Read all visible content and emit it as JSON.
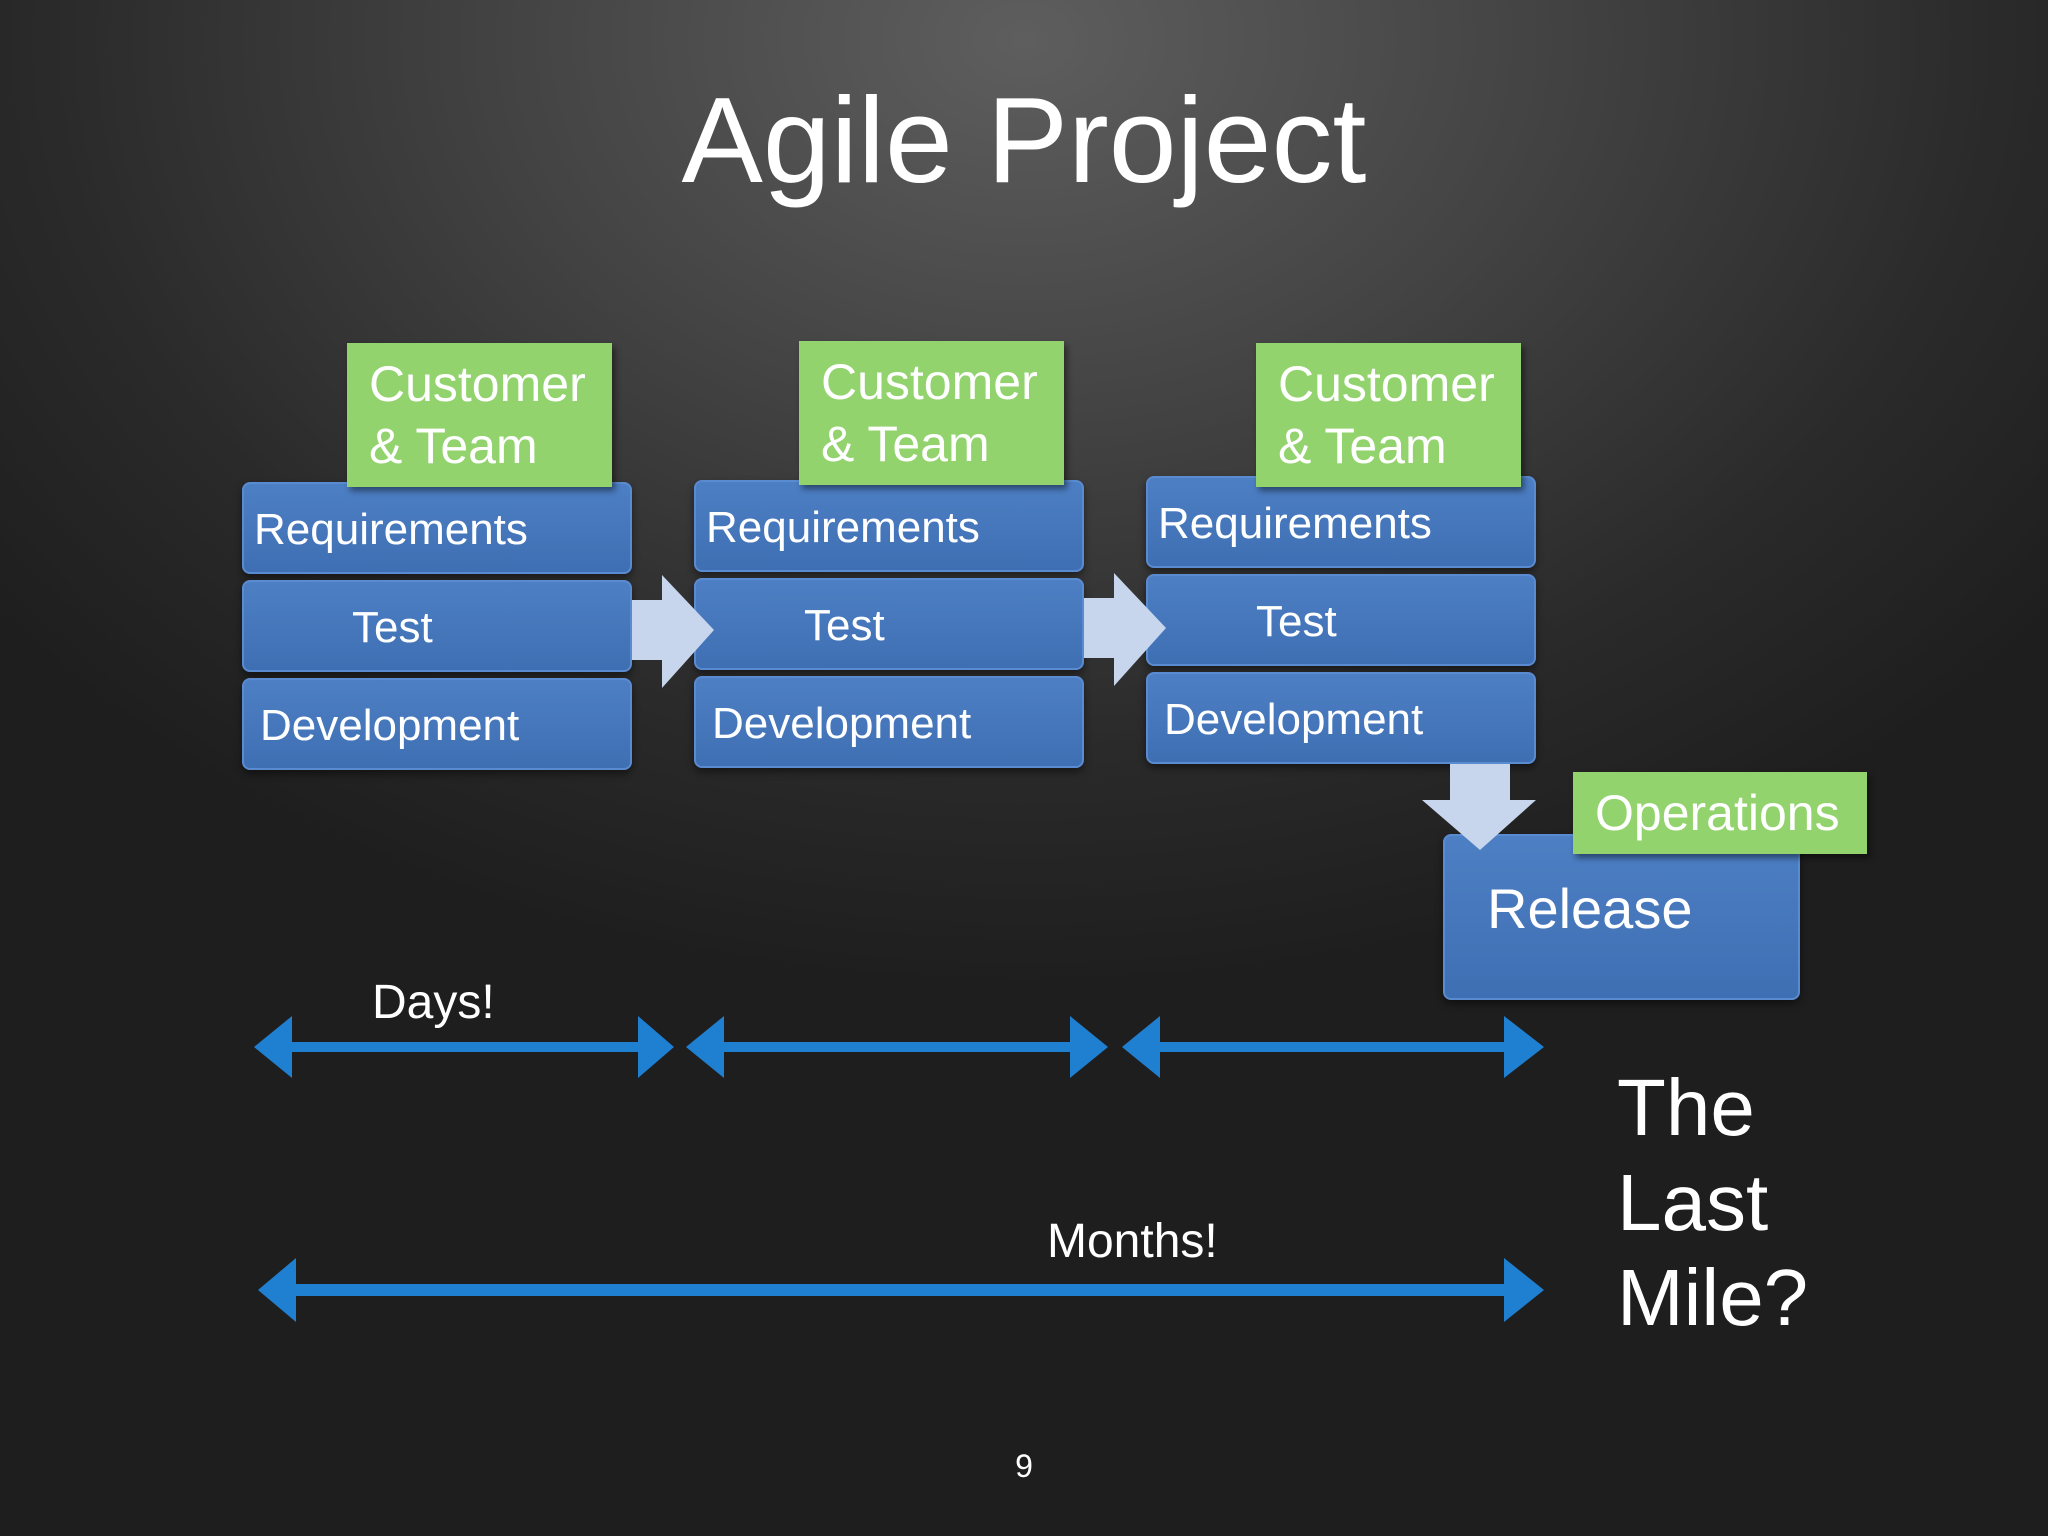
{
  "slide": {
    "title": "Agile Project",
    "page_number": "9"
  },
  "iterations": [
    {
      "team": [
        "Customer",
        "& Team"
      ],
      "requirements": "Requirements",
      "test": "Test",
      "development": "Development"
    },
    {
      "team": [
        "Customer",
        "& Team"
      ],
      "requirements": "Requirements",
      "test": "Test",
      "development": "Development"
    },
    {
      "team": [
        "Customer",
        "& Team"
      ],
      "requirements": "Requirements",
      "test": "Test",
      "development": "Development"
    }
  ],
  "release": {
    "label": "Release",
    "operations_label": "Operations"
  },
  "timeline": {
    "days_label": "Days!",
    "months_label": "Months!"
  },
  "last_mile": [
    "The",
    "Last",
    "Mile?"
  ],
  "colors": {
    "box_blue": "#4677bd",
    "box_green": "#92d36e",
    "flow_arrow": "#c7d6ec",
    "timeline_arrow": "#1f7fd1"
  }
}
